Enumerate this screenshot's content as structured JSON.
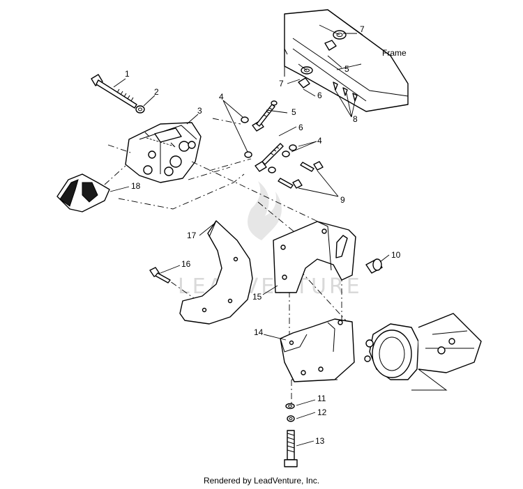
{
  "labels": {
    "p1": "1",
    "p2": "2",
    "p3": "3",
    "p4a": "4",
    "p4b": "4",
    "p5a": "5",
    "p5b": "5",
    "p6a": "6",
    "p6b": "6",
    "p7a": "7",
    "p7b": "7",
    "p8": "8",
    "p9": "9",
    "p10": "10",
    "p11": "11",
    "p12": "12",
    "p13": "13",
    "p14": "14",
    "p15": "15",
    "p16": "16",
    "p17": "17",
    "p18": "18",
    "frame": "Frame"
  },
  "watermark": "LEADVENTURE",
  "footer": "Rendered by LeadVenture, Inc."
}
